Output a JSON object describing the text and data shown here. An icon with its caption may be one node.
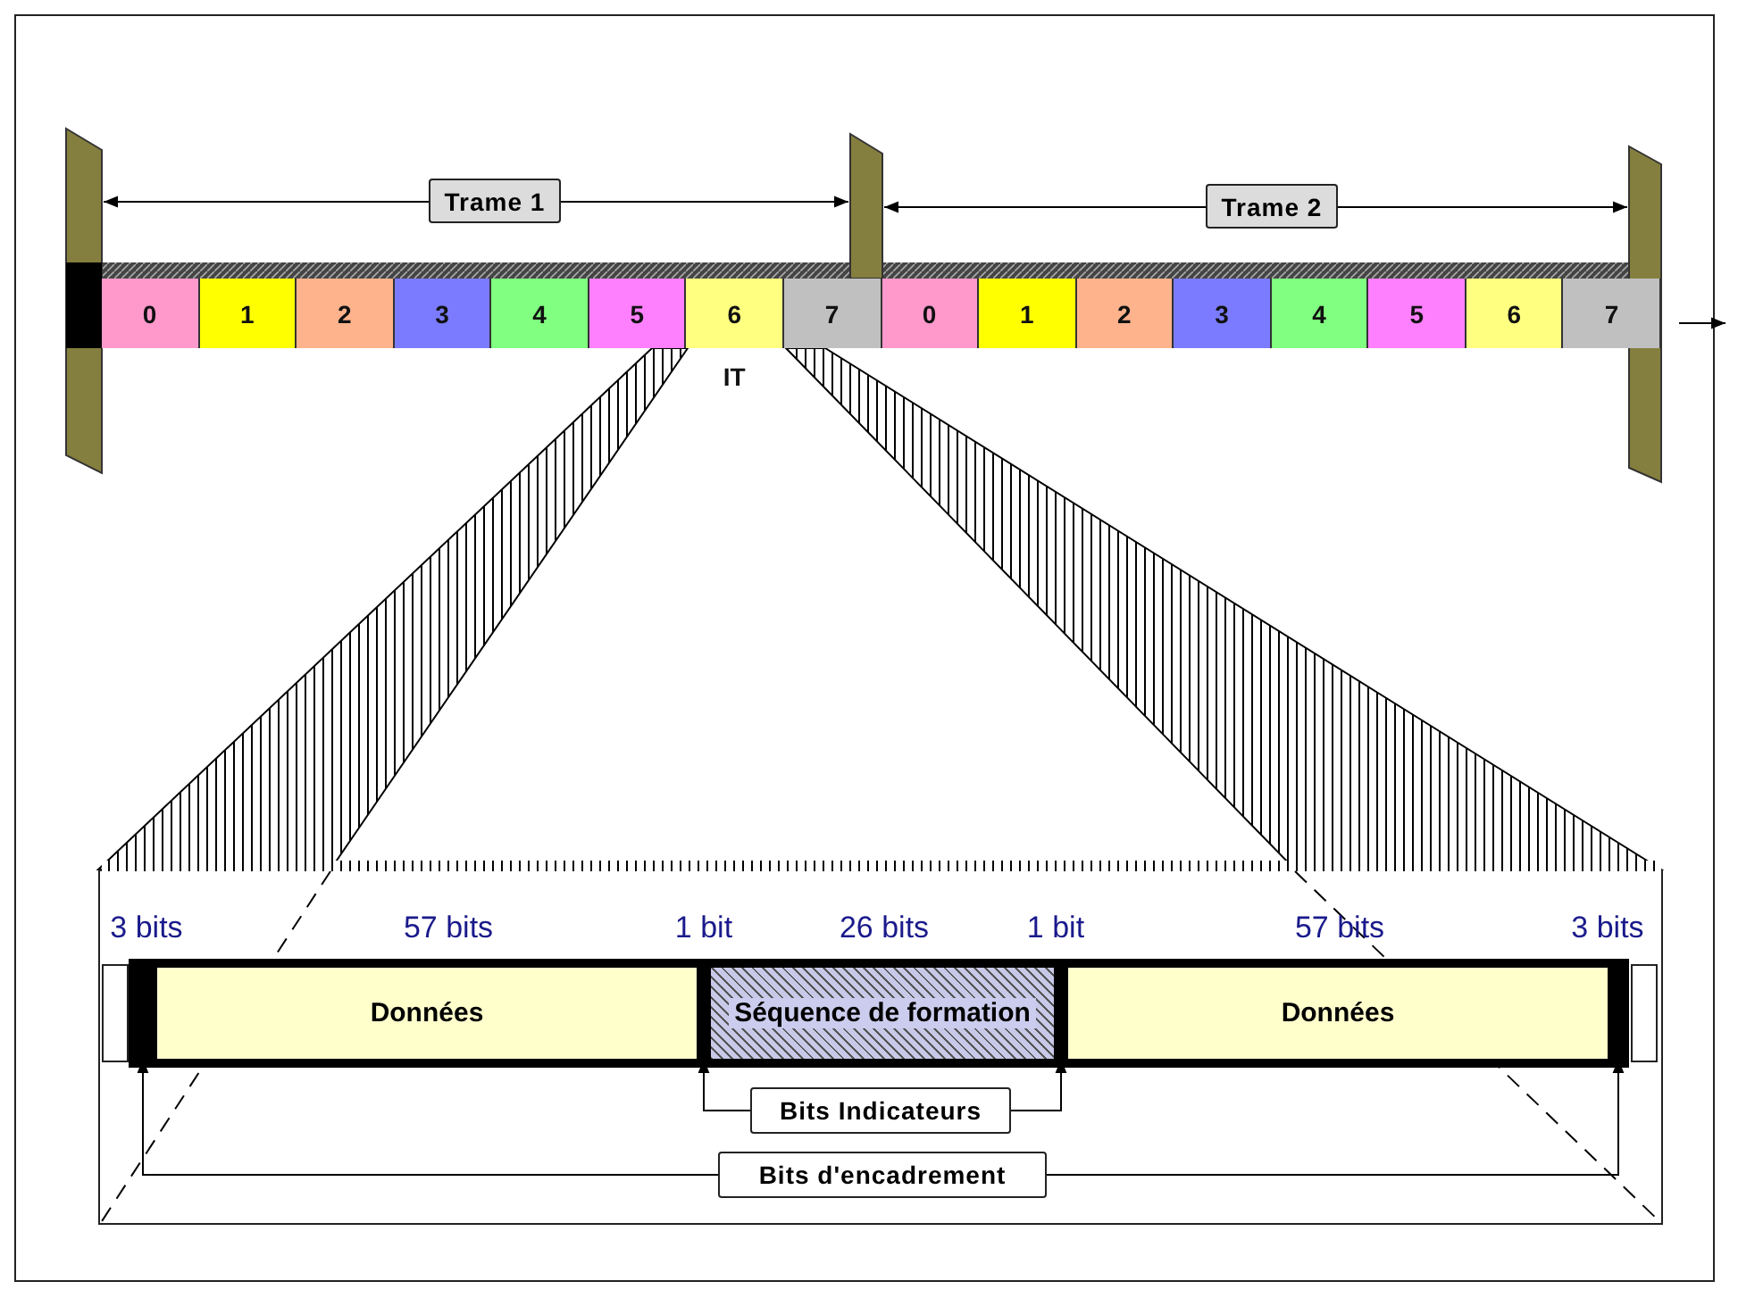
{
  "diagram": {
    "nodes": [
      {
        "text": [
          "0"
        ]
      },
      {
        "text": [
          "1"
        ]
      },
      {
        "text": [
          "2"
        ]
      },
      {
        "text": [
          "3"
        ]
      },
      {
        "text": [
          "4"
        ]
      },
      {
        "text": [
          "5"
        ]
      },
      {
        "text": [
          "6"
        ],
        "beside": [
          "IT"
        ]
      },
      {
        "text": [
          "7"
        ]
      },
      {
        "text": [
          "0"
        ]
      },
      {
        "text": [
          "1"
        ]
      },
      {
        "text": [
          "2"
        ]
      },
      {
        "text": [
          "3"
        ]
      },
      {
        "text": [
          "4"
        ]
      },
      {
        "text": [
          "5"
        ]
      },
      {
        "text": [
          "6"
        ]
      },
      {
        "text": [
          "7"
        ]
      },
      {
        "text": [
          "Trame 1"
        ]
      },
      {
        "text": [
          "Trame 2"
        ]
      },
      {
        "text": [],
        "shape": "bar"
      },
      {
        "text": [
          "Données"
        ]
      },
      {
        "text": [],
        "shape": "bar"
      },
      {
        "text": [
          "Séquence de formation"
        ]
      },
      {
        "text": [],
        "shape": "bar"
      },
      {
        "text": [
          "Données"
        ]
      },
      {
        "text": [],
        "shape": "bar"
      },
      {
        "text": [
          "Bits Indicateurs"
        ]
      },
      {
        "text": [
          "Bits d'encadrement"
        ]
      }
    ],
    "edges": [
      {
        "from": 25,
        "to": 20,
        "arrow": "to"
      },
      {
        "from": 25,
        "to": 22,
        "arrow": "to"
      },
      {
        "from": 26,
        "to": 18,
        "arrow": "to"
      },
      {
        "from": 26,
        "to": 24,
        "arrow": "to"
      }
    ],
    "labels": [
      "3 bits",
      "57 bits",
      "1 bit",
      "26 bits",
      "1 bit",
      "57 bits",
      "3 bits"
    ]
  }
}
